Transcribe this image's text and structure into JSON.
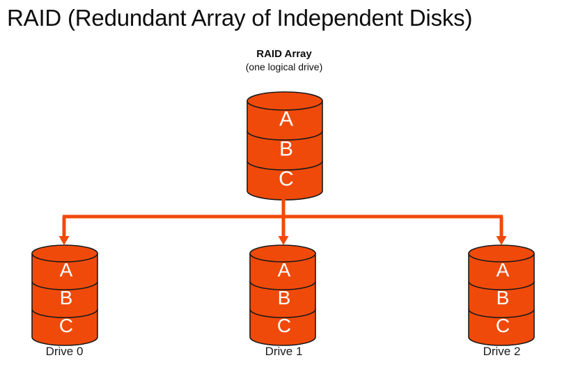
{
  "title": "RAID (Redundant Array of Independent Disks)",
  "colors": {
    "accent": "#F04A0A",
    "accent_dark": "#E04408",
    "outline": "#1a1a1a",
    "background": "#FFFFFF",
    "text": "#1a1a1a",
    "segment_text": "#FFFFFF"
  },
  "array": {
    "heading": "RAID Array",
    "subheading": "(one logical drive)",
    "segments": [
      "A",
      "B",
      "C"
    ]
  },
  "drives": [
    {
      "label": "Drive 0",
      "segments": [
        "A",
        "B",
        "C"
      ]
    },
    {
      "label": "Drive 1",
      "segments": [
        "A",
        "B",
        "C"
      ]
    },
    {
      "label": "Drive 2",
      "segments": [
        "A",
        "B",
        "C"
      ]
    }
  ],
  "connector": {
    "description": "one-to-many fan-out from RAID array to three physical drives",
    "arrow_count": 3
  }
}
